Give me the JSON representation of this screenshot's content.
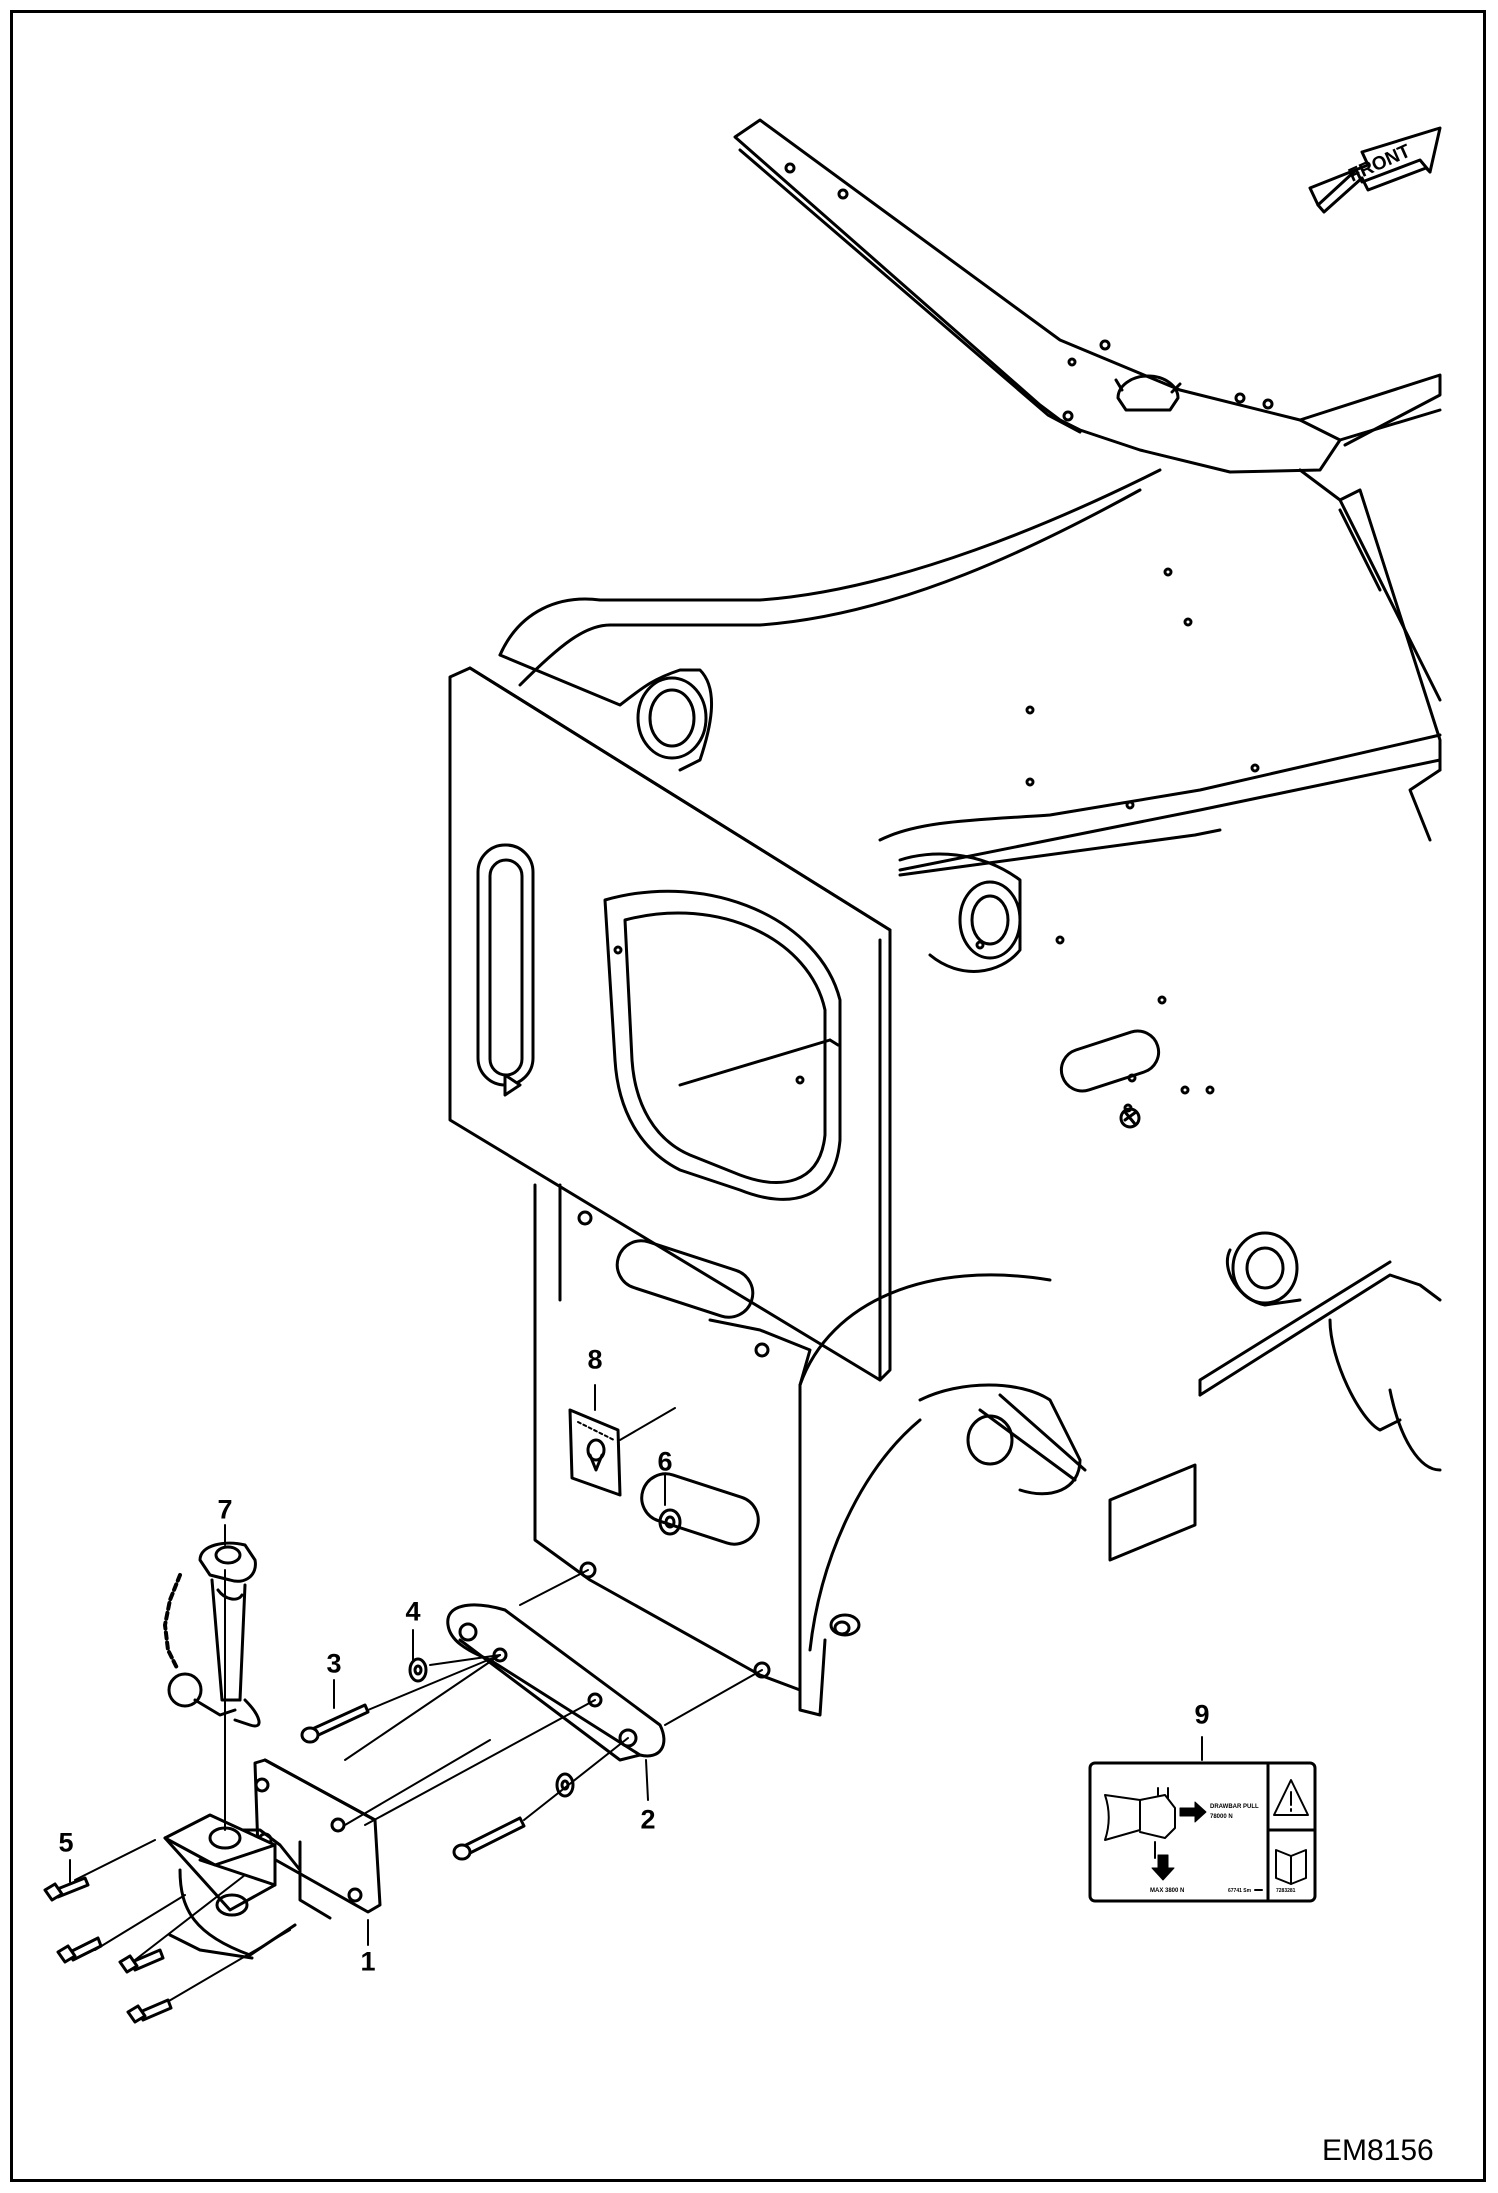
{
  "drawing_id": "EM8156",
  "direction_label": "FRONT",
  "callouts": [
    "1",
    "2",
    "3",
    "4",
    "5",
    "6",
    "7",
    "8",
    "9"
  ],
  "decal": {
    "pull_label": "DRAWBAR PULL",
    "pull_value": "78000 N",
    "max_label": "MAX 3800 N",
    "code_a": "67741 Sm",
    "code_b": "7283281"
  },
  "colors": {
    "line": "#000000",
    "background": "#ffffff"
  },
  "icons": [
    "front-arrow-icon",
    "warning-triangle-icon",
    "manual-book-icon",
    "arrow-right-icon",
    "arrow-down-icon"
  ]
}
